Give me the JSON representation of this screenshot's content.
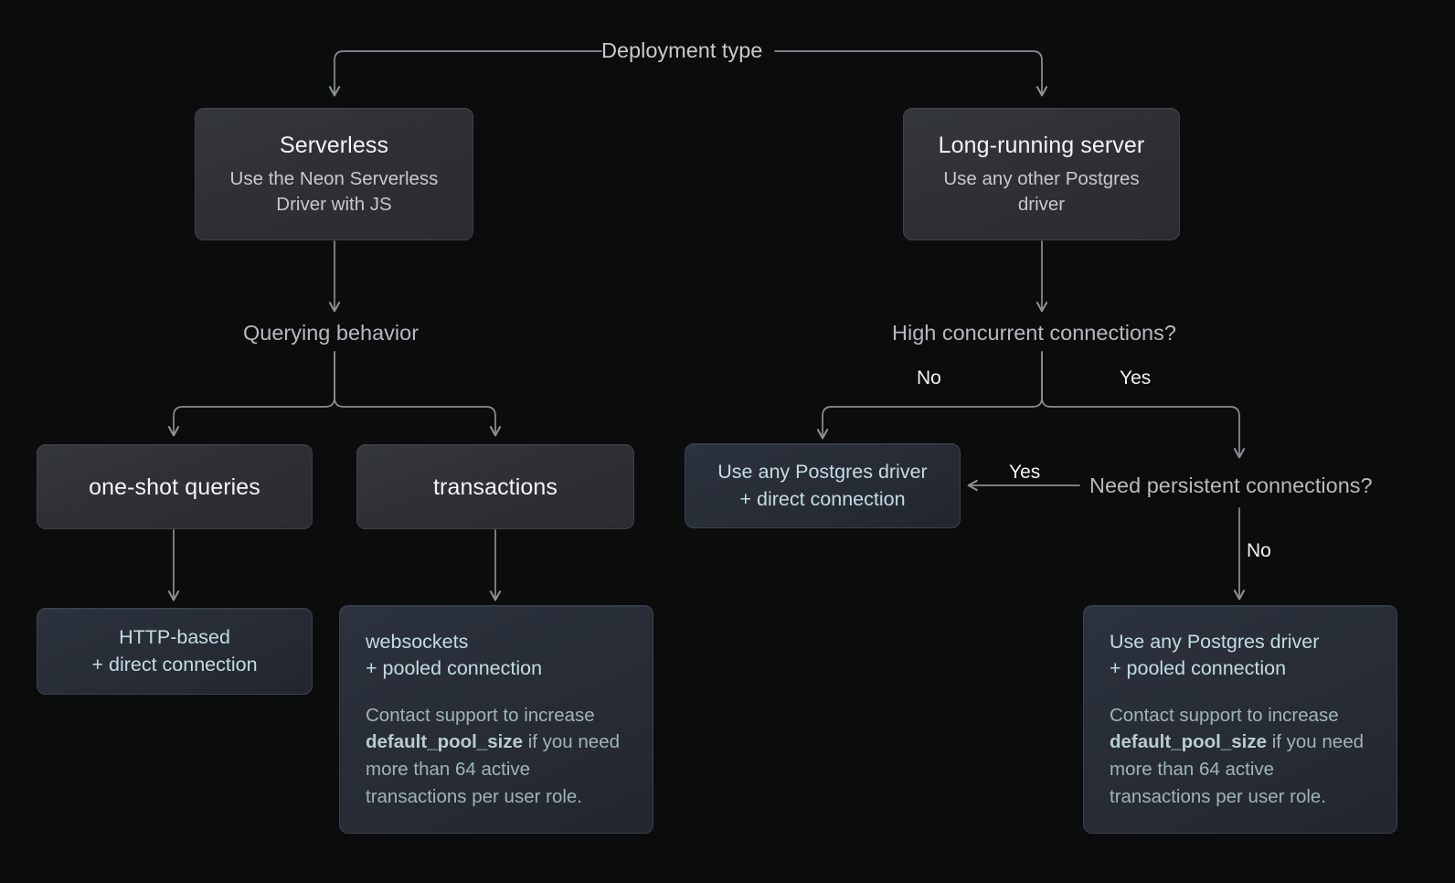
{
  "diagram": {
    "title": "Deployment type",
    "background_color": "#0b0d0d",
    "accent_color": "#c3dce2",
    "connector_color": "#8a8f94"
  },
  "root": {
    "label": "Deployment type"
  },
  "nodes": {
    "serverless": {
      "title": "Serverless",
      "subtitle": "Use the Neon Serverless Driver with JS"
    },
    "long_running": {
      "title": "Long-running server",
      "subtitle": "Use any other Postgres driver"
    },
    "querying_behavior": {
      "label": "Querying behavior"
    },
    "high_concurrent": {
      "label": "High concurrent connections?"
    },
    "one_shot": {
      "title": "one-shot queries"
    },
    "transactions": {
      "title": "transactions"
    },
    "direct_driver": {
      "line1": "Use any Postgres driver",
      "line2": "+ direct connection"
    },
    "need_persistent": {
      "label": "Need persistent connections?"
    },
    "http_based": {
      "line1": "HTTP-based",
      "line2": "+ direct connection"
    },
    "websockets": {
      "line1": "websockets",
      "line2": "+ pooled connection",
      "body_before": "Contact support to increase ",
      "body_code": "default_pool_size",
      "body_after": " if you need more than 64 active transactions per user role."
    },
    "pooled_driver": {
      "line1": "Use any Postgres driver",
      "line2": "+ pooled connection",
      "body_before": "Contact support to increase ",
      "body_code": "default_pool_size",
      "body_after": " if you need more than 64 active transactions per user role."
    }
  },
  "edge_labels": {
    "concurrent_no": "No",
    "concurrent_yes": "Yes",
    "persistent_yes": "Yes",
    "persistent_no": "No"
  }
}
